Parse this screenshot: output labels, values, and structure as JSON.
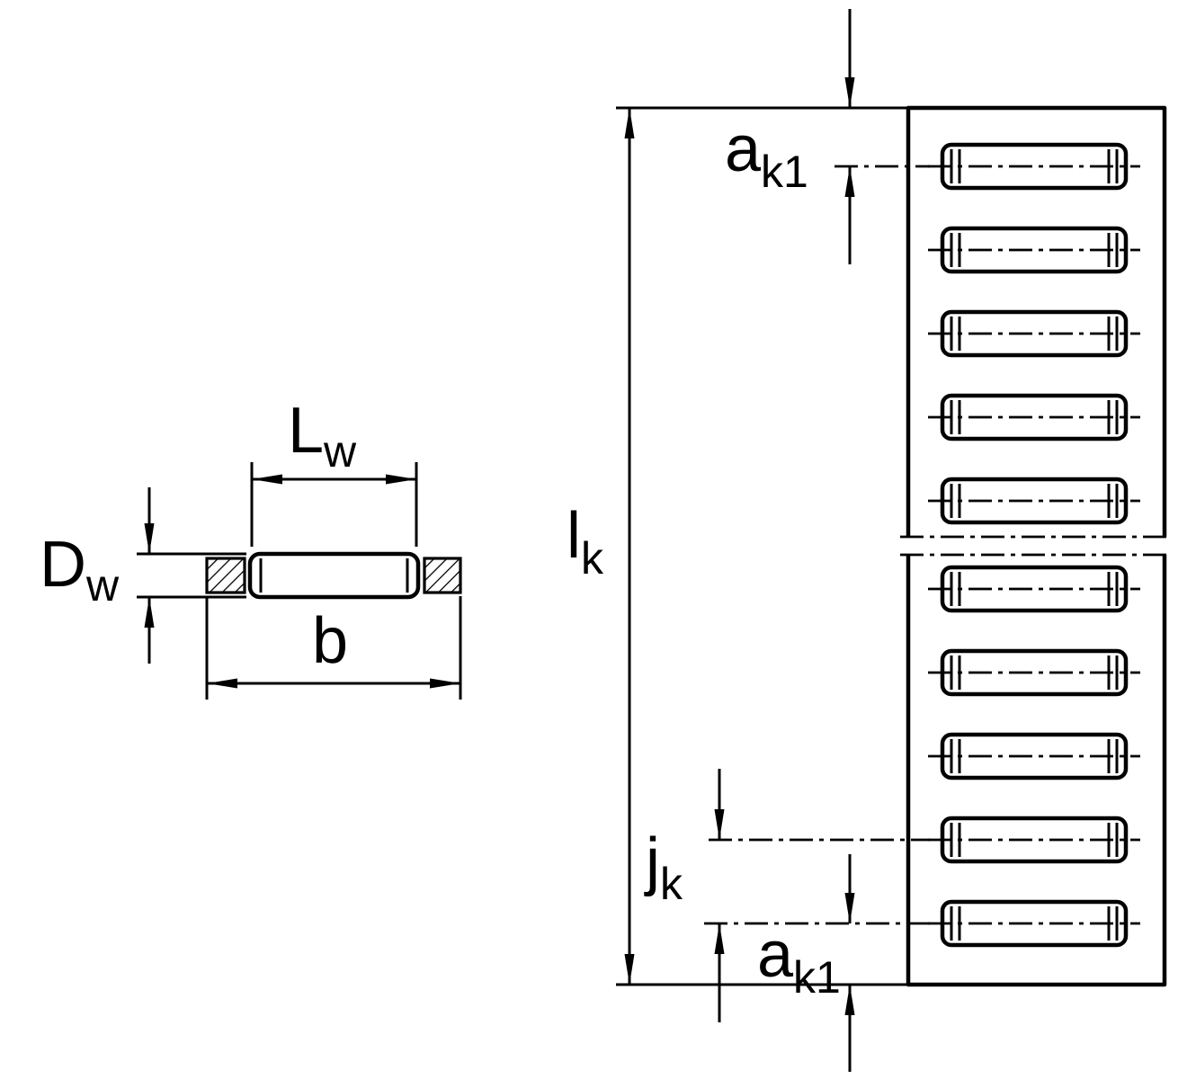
{
  "drawing": {
    "background_color": "#ffffff",
    "line_color": "#000000",
    "side_view": {
      "labels": {
        "roller_length": {
          "base": "L",
          "subscript": "w"
        },
        "roller_diameter": {
          "base": "D",
          "subscript": "w"
        },
        "cage_width": {
          "base": "b",
          "subscript": ""
        }
      }
    },
    "top_view": {
      "rollers_top_section": 5,
      "rollers_bottom_section": 5,
      "labels": {
        "cage_length": {
          "base": "l",
          "subscript": "k"
        },
        "end_distance_top": {
          "base": "a",
          "subscript": "k1"
        },
        "roller_pitch": {
          "base": "j",
          "subscript": "k"
        },
        "end_distance_bottom": {
          "base": "a",
          "subscript": "k1"
        }
      }
    }
  }
}
